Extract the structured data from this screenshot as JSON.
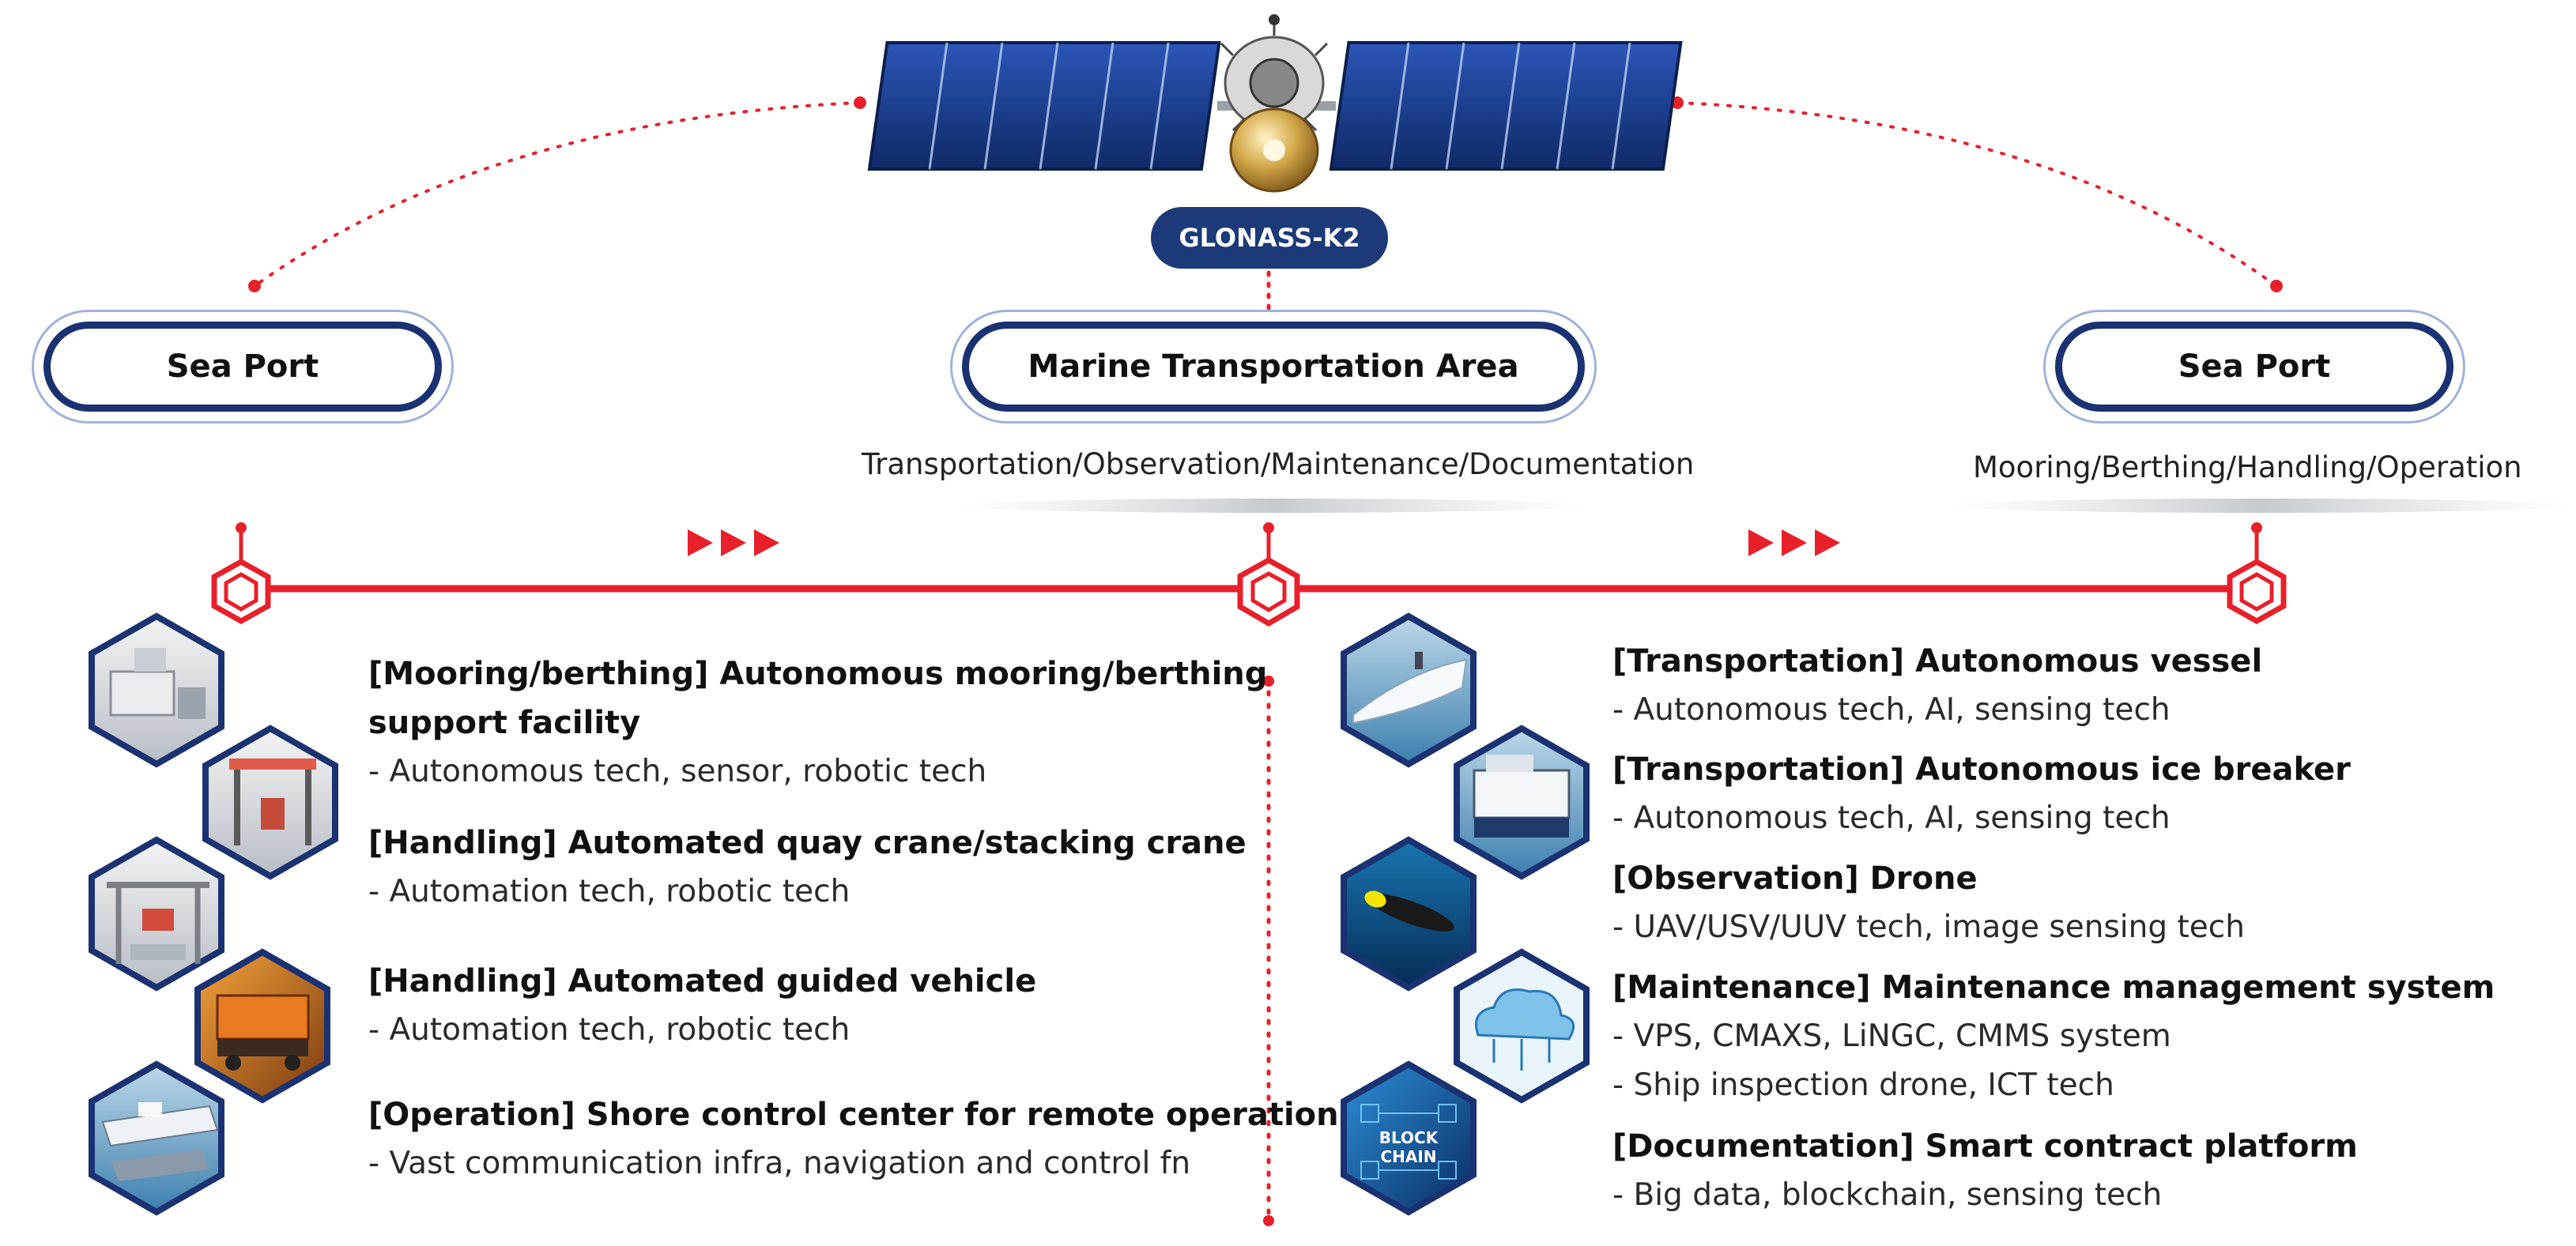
{
  "satellite": {
    "label": "GLONASS-K2",
    "image_name": "satellite-image"
  },
  "nodes": {
    "left": {
      "title": "Sea Port",
      "caption": ""
    },
    "center": {
      "title": "Marine Transportation Area",
      "caption": "Transportation/Observation/Maintenance/Documentation"
    },
    "right": {
      "title": "Sea Port",
      "caption": "Mooring/Berthing/Handling/Operation"
    }
  },
  "left_items": [
    {
      "title": "[Mooring/berthing] Autonomous mooring/berthing",
      "title2": "support facility",
      "desc": [
        "- Autonomous tech, sensor, robotic tech"
      ]
    },
    {
      "title": "[Handling] Automated quay crane/stacking crane",
      "desc": [
        "- Automation tech, robotic tech"
      ]
    },
    {
      "title": "[Handling] Automated guided vehicle",
      "desc": [
        "- Automation tech, robotic tech"
      ]
    },
    {
      "title": "[Operation] Shore control center for remote operation",
      "desc": [
        "- Vast communication infra, navigation and control fn"
      ]
    }
  ],
  "right_items": [
    {
      "title": "[Transportation] Autonomous vessel",
      "desc": [
        "- Autonomous tech, AI, sensing tech"
      ]
    },
    {
      "title": "[Transportation] Autonomous ice breaker",
      "desc": [
        "- Autonomous tech, AI, sensing tech"
      ]
    },
    {
      "title": "[Observation] Drone",
      "desc": [
        "- UAV/USV/UUV tech, image sensing tech"
      ]
    },
    {
      "title": "[Maintenance] Maintenance management system",
      "desc": [
        "- VPS, CMAXS, LiNGC, CMMS system",
        "- Ship inspection drone, ICT tech"
      ]
    },
    {
      "title": "[Documentation] Smart contract platform",
      "desc": [
        "- Big data, blockchain, sensing tech"
      ]
    }
  ],
  "left_images": [
    "mooring-facility-image",
    "quay-crane-image",
    "stacking-crane-image",
    "guided-vehicle-image",
    "control-center-image"
  ],
  "right_images": [
    "autonomous-vessel-image",
    "ice-breaker-image",
    "underwater-drone-image",
    "maintenance-cloud-image",
    "blockchain-image"
  ],
  "right_image_text": {
    "blockchain": "BLOCK CHAIN"
  },
  "colors": {
    "accent_red": "#e8202a",
    "navy": "#1b3272",
    "badge": "#1c3a78"
  }
}
